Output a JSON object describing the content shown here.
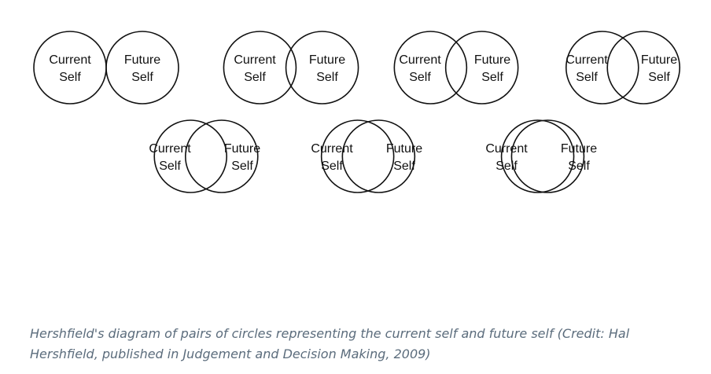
{
  "diagram": {
    "pairs": [
      {
        "current_line1": "Current",
        "current_line2": "Self",
        "future_line1": "Future",
        "future_line2": "Self",
        "overlap_fraction": 0.0
      },
      {
        "current_line1": "Current",
        "current_line2": "Self",
        "future_line1": "Future",
        "future_line2": "Self",
        "overlap_fraction": 0.14
      },
      {
        "current_line1": "Current",
        "current_line2": "Self",
        "future_line1": "Future",
        "future_line2": "Self",
        "overlap_fraction": 0.29
      },
      {
        "current_line1": "Current",
        "current_line2": "Self",
        "future_line1": "Future",
        "future_line2": "Self",
        "overlap_fraction": 0.43
      },
      {
        "current_line1": "Current",
        "current_line2": "Self",
        "future_line1": "Future",
        "future_line2": "Self",
        "overlap_fraction": 0.57
      },
      {
        "current_line1": "Current",
        "current_line2": "Self",
        "future_line1": "Future",
        "future_line2": "Self",
        "overlap_fraction": 0.71
      },
      {
        "current_line1": "Current",
        "current_line2": "Self",
        "future_line1": "Future",
        "future_line2": "Self",
        "overlap_fraction": 0.86
      }
    ]
  },
  "caption": {
    "text": "Hershfield's diagram of pairs of circles representing the current self and future self (Credit: Hal Hershfield, published in Judgement and Decision Making, 2009)"
  },
  "colors": {
    "ink": "#111111",
    "caption": "#5b6c7c"
  }
}
